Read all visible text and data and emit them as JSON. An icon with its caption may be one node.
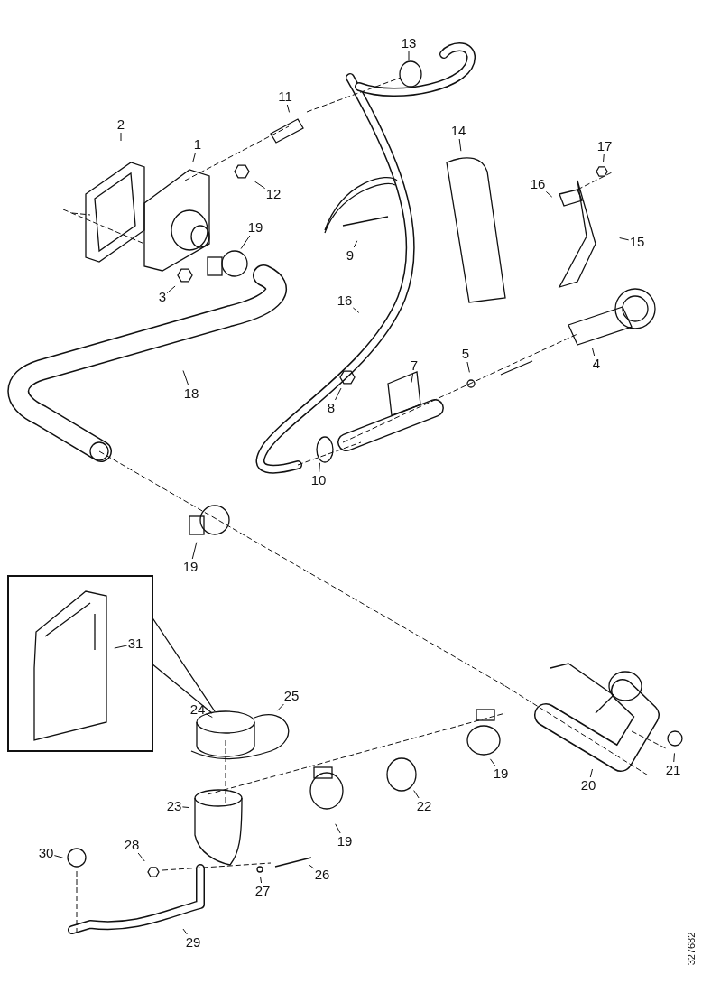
{
  "diagram": {
    "nodes": [
      {
        "text": [
          "13"
        ]
      },
      {
        "text": [
          "11"
        ]
      },
      {
        "text": [
          "2"
        ]
      },
      {
        "text": [
          "1"
        ]
      },
      {
        "text": [
          "14"
        ]
      },
      {
        "text": [
          "17"
        ]
      },
      {
        "text": [
          "16"
        ]
      },
      {
        "text": [
          "12"
        ]
      },
      {
        "text": [
          "19"
        ]
      },
      {
        "text": [
          "9"
        ]
      },
      {
        "text": [
          "15"
        ]
      },
      {
        "text": [
          "3"
        ]
      },
      {
        "text": [
          "16"
        ]
      },
      {
        "text": [
          "4"
        ]
      },
      {
        "text": [
          "5"
        ]
      },
      {
        "text": [
          "7"
        ]
      },
      {
        "text": [
          "18"
        ]
      },
      {
        "text": [
          "8"
        ]
      },
      {
        "text": [
          "10"
        ]
      },
      {
        "text": [
          "19"
        ]
      },
      {
        "text": [],
        "shape": "box"
      },
      {
        "text": [
          "31"
        ],
        "in": 20
      },
      {
        "text": [
          "25"
        ]
      },
      {
        "text": [
          "24"
        ]
      },
      {
        "text": [
          "21"
        ]
      },
      {
        "text": [
          "19"
        ]
      },
      {
        "text": [
          "20"
        ]
      },
      {
        "text": [
          "22"
        ]
      },
      {
        "text": [
          "23"
        ]
      },
      {
        "text": [
          "19"
        ]
      },
      {
        "text": [
          "30"
        ]
      },
      {
        "text": [
          "28"
        ]
      },
      {
        "text": [
          "26"
        ]
      },
      {
        "text": [
          "27"
        ]
      },
      {
        "text": [
          "29"
        ]
      }
    ],
    "edges": [
      {
        "from": 0,
        "to": null,
        "arrow": "none"
      },
      {
        "from": 1,
        "to": null,
        "arrow": "none"
      },
      {
        "from": 2,
        "to": null,
        "arrow": "none"
      },
      {
        "from": 3,
        "to": null,
        "arrow": "none"
      },
      {
        "from": 4,
        "to": null,
        "arrow": "none"
      },
      {
        "from": 5,
        "to": null,
        "arrow": "none"
      },
      {
        "from": 6,
        "to": null,
        "arrow": "none"
      },
      {
        "from": 7,
        "to": null,
        "arrow": "none"
      },
      {
        "from": 8,
        "to": null,
        "arrow": "none"
      },
      {
        "from": 9,
        "to": null,
        "arrow": "none"
      },
      {
        "from": 10,
        "to": null,
        "arrow": "none"
      },
      {
        "from": 11,
        "to": null,
        "arrow": "none"
      },
      {
        "from": 12,
        "to": null,
        "arrow": "none"
      },
      {
        "from": 13,
        "to": null,
        "arrow": "none"
      },
      {
        "from": 14,
        "to": null,
        "arrow": "none"
      },
      {
        "from": 15,
        "to": null,
        "arrow": "none"
      },
      {
        "from": 16,
        "to": null,
        "arrow": "none"
      },
      {
        "from": 17,
        "to": null,
        "arrow": "none"
      },
      {
        "from": 18,
        "to": null,
        "arrow": "none"
      },
      {
        "from": 19,
        "to": null,
        "arrow": "none"
      },
      {
        "from": 21,
        "to": null,
        "arrow": "none"
      },
      {
        "from": 22,
        "to": null,
        "arrow": "none"
      },
      {
        "from": 23,
        "to": null,
        "arrow": "none"
      },
      {
        "from": 24,
        "to": null,
        "arrow": "none"
      },
      {
        "from": 25,
        "to": null,
        "arrow": "none"
      },
      {
        "from": 26,
        "to": null,
        "arrow": "none"
      },
      {
        "from": 27,
        "to": null,
        "arrow": "none"
      },
      {
        "from": 28,
        "to": null,
        "arrow": "none"
      },
      {
        "from": 29,
        "to": null,
        "arrow": "none"
      },
      {
        "from": 30,
        "to": null,
        "arrow": "none"
      },
      {
        "from": 31,
        "to": null,
        "arrow": "none"
      },
      {
        "from": 32,
        "to": null,
        "arrow": "none"
      },
      {
        "from": 33,
        "to": null,
        "arrow": "none"
      },
      {
        "from": 34,
        "to": null,
        "arrow": "none"
      }
    ],
    "labels": [
      "327682"
    ]
  }
}
